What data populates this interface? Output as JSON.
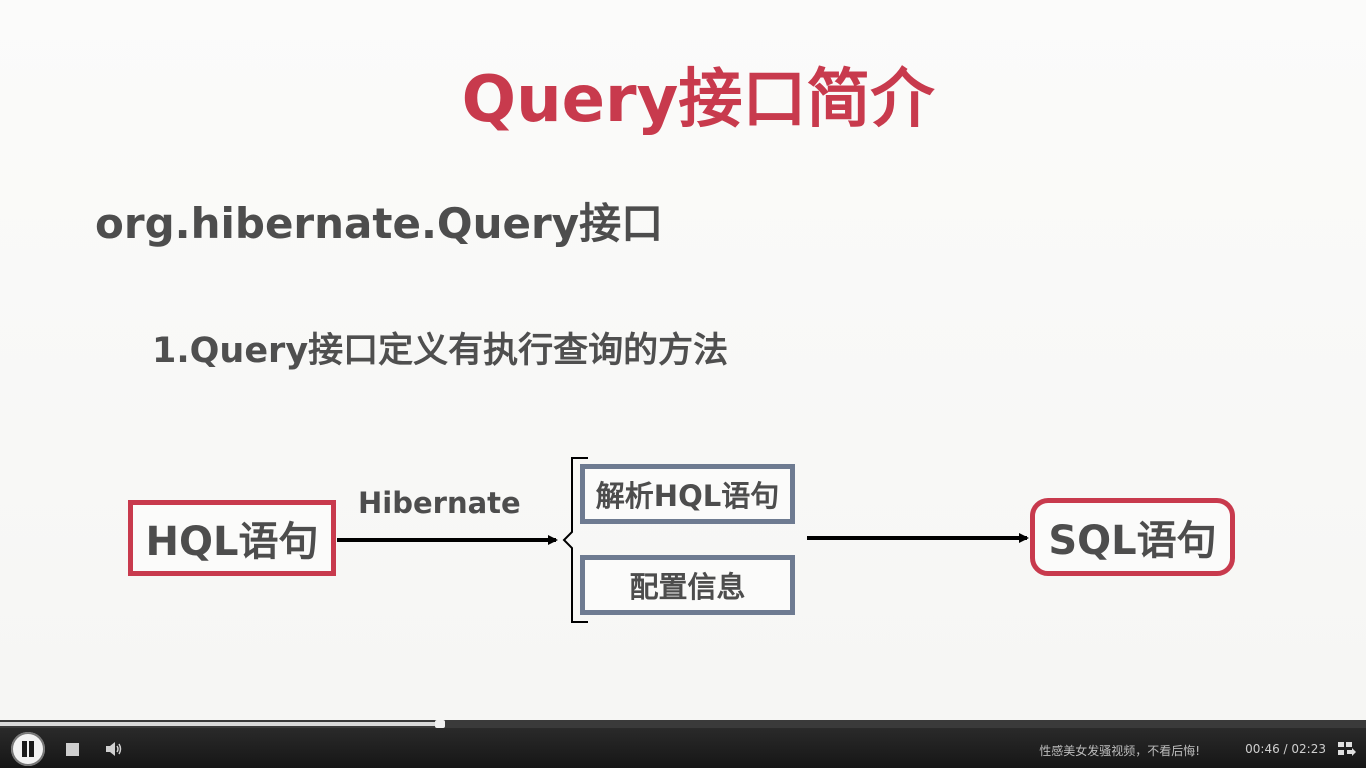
{
  "slide": {
    "title": "Query接口简介",
    "subtitle": "org.hibernate.Query接口",
    "point": "1.Query接口定义有执行查询的方法"
  },
  "diagram": {
    "source_box": "HQL语句",
    "arrow_label": "Hibernate",
    "step_parse": "解析HQL语句",
    "step_config": "配置信息",
    "target_box": "SQL语句"
  },
  "player": {
    "ad_text": "性感美女发骚视频，不看后悔!",
    "time": "00:46 / 02:23",
    "progress_fraction": 0.322,
    "icons": {
      "play": "pause-icon",
      "stop": "stop-icon",
      "volume": "volume-icon",
      "menu": "playlist-icon"
    }
  },
  "colors": {
    "accent_red": "#c83a4d",
    "box_gray_blue": "#6e7b91",
    "text_dark": "#4d4d4d"
  }
}
